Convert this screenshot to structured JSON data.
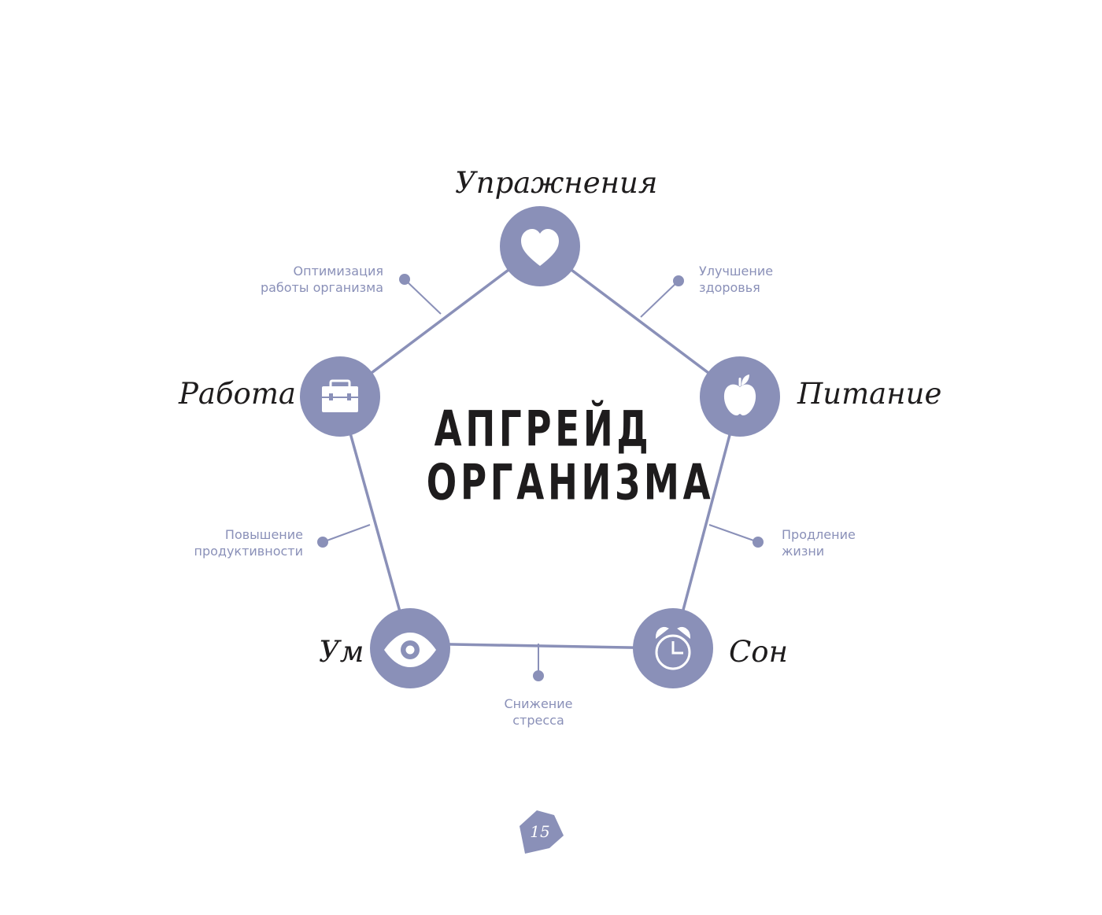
{
  "diagram": {
    "title_lines": [
      "АПГРЕЙД",
      "ОРГАНИЗМА"
    ],
    "colors": {
      "accent": "#8a90b8",
      "text": "#1e1c1d",
      "icon_fill": "#ffffff"
    },
    "nodes": [
      {
        "id": "exercise",
        "label": "Упражнения",
        "icon": "heart-icon"
      },
      {
        "id": "nutrition",
        "label": "Питание",
        "icon": "apple-icon"
      },
      {
        "id": "sleep",
        "label": "Сон",
        "icon": "alarm-clock-icon"
      },
      {
        "id": "mind",
        "label": "Ум",
        "icon": "eye-icon"
      },
      {
        "id": "work",
        "label": "Работа",
        "icon": "briefcase-icon"
      }
    ],
    "benefits": [
      {
        "between": [
          "work",
          "exercise"
        ],
        "lines": [
          "Оптимизация",
          "работы организма"
        ]
      },
      {
        "between": [
          "exercise",
          "nutrition"
        ],
        "lines": [
          "Улучшение",
          "здоровья"
        ]
      },
      {
        "between": [
          "nutrition",
          "sleep"
        ],
        "lines": [
          "Продление",
          "жизни"
        ]
      },
      {
        "between": [
          "mind",
          "sleep"
        ],
        "lines": [
          "Снижение",
          "стресса"
        ]
      },
      {
        "between": [
          "work",
          "mind"
        ],
        "lines": [
          "Повышение",
          "продуктивности"
        ]
      }
    ]
  },
  "page_number": "15"
}
